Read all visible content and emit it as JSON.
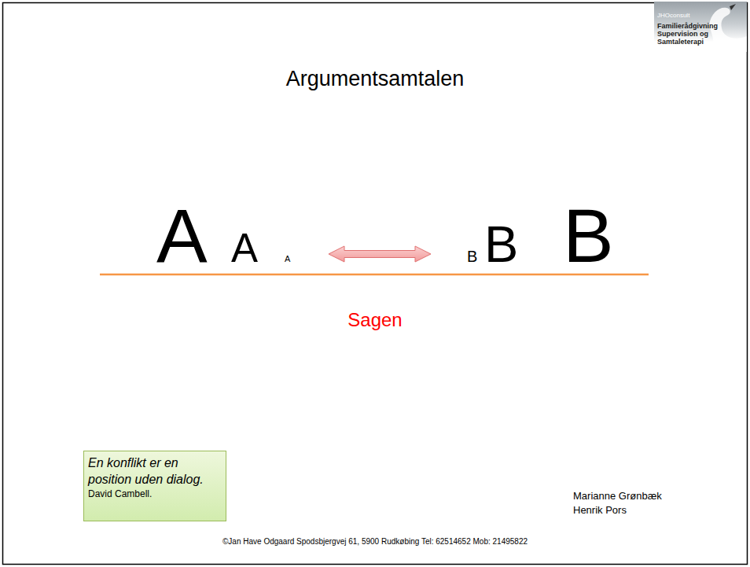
{
  "diagram": {
    "title": "Argumentsamtalen",
    "nodes": [
      {
        "text": [
          "JHOconsult",
          "Familierådgivning Supervision og Samtaleterapi"
        ]
      },
      {
        "text": [
          "En konflikt er en position uden dialog.",
          "David Cambell."
        ]
      }
    ],
    "labels": [
      "A",
      "A",
      "A",
      "B",
      "B",
      "B",
      "Sagen",
      "Marianne Grønbæk",
      "Henrik Pors",
      "©Jan Have Odgaard Spodsbjergvej 61, 5900 Rudkøbing Tel: 62514652 Mob: 21495822"
    ]
  }
}
